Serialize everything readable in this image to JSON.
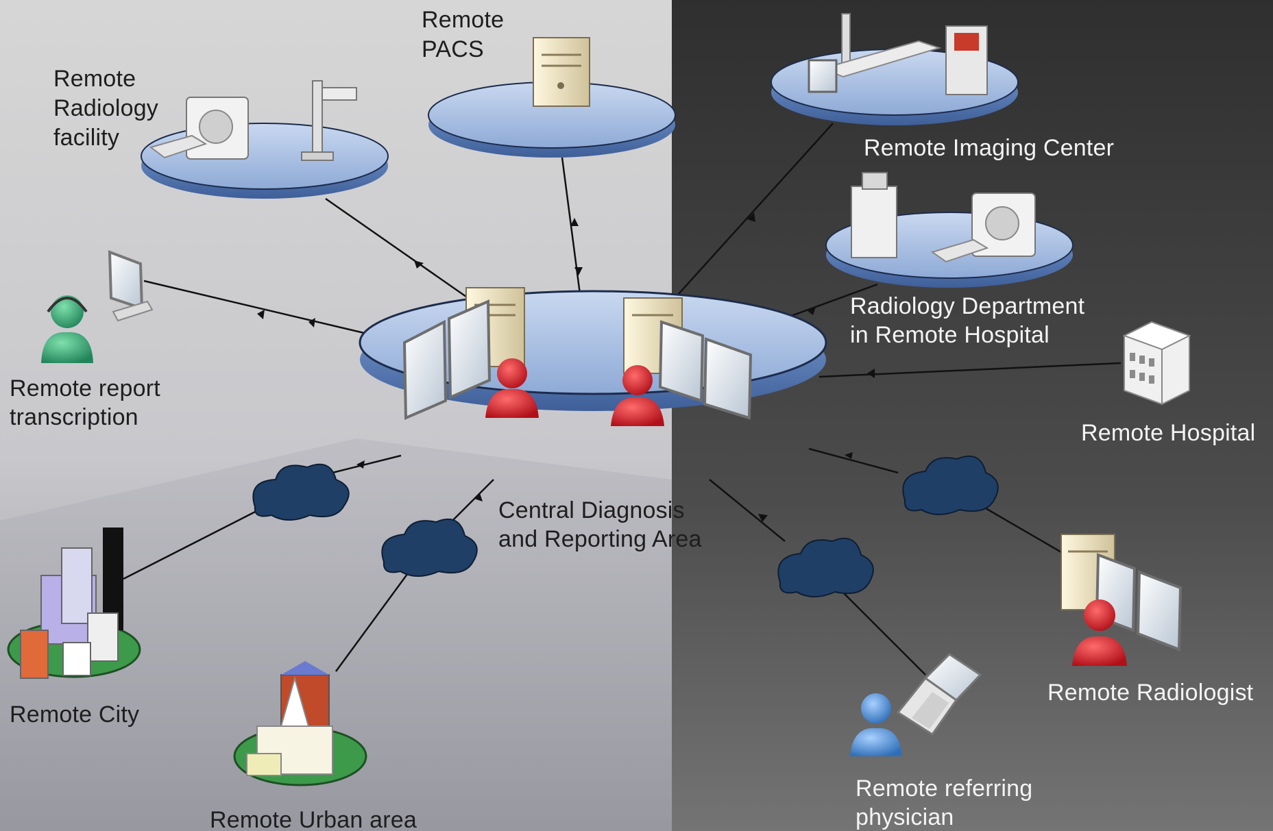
{
  "colors": {
    "left_bg_top": "#d4d4d4",
    "left_bg_bottom": "#9c9ca4",
    "right_bg_top": "#3a3a3a",
    "right_bg_bottom": "#6e6e6e",
    "platform": "#9fb7dc",
    "platform_edge": "#6f8fc4",
    "person_red": "#d8202a",
    "person_green": "#3aa874",
    "person_blue": "#5a95d6",
    "cloud": "#1f3f66",
    "green_base": "#3d9a4a"
  },
  "nodes": {
    "central": {
      "label_lines": [
        "Central Diagnosis",
        "and Reporting Area"
      ]
    },
    "radiology_facility": {
      "label_lines": [
        "Remote",
        "Radiology",
        "facility"
      ]
    },
    "pacs": {
      "label_lines": [
        "Remote",
        "PACS"
      ]
    },
    "imaging_center": {
      "label_lines": [
        "Remote Imaging Center"
      ]
    },
    "radiology_department": {
      "label_lines": [
        "Radiology Department",
        "in Remote Hospital"
      ]
    },
    "hospital": {
      "label_lines": [
        "Remote Hospital"
      ]
    },
    "transcription": {
      "label_lines": [
        "Remote report",
        "transcription"
      ]
    },
    "city": {
      "label_lines": [
        "Remote City"
      ]
    },
    "urban": {
      "label_lines": [
        "Remote Urban area"
      ]
    },
    "radiologist": {
      "label_lines": [
        "Remote Radiologist"
      ]
    },
    "referring": {
      "label_lines": [
        "Remote referring",
        "physician"
      ]
    }
  },
  "icons": [
    "server-icon",
    "monitor-icon",
    "person-icon",
    "ct-scanner-icon",
    "x-ray-stand-icon",
    "hospital-building-icon",
    "cloud-icon",
    "city-buildings-icon",
    "church-icon",
    "laptop-icon",
    "headset-icon"
  ]
}
